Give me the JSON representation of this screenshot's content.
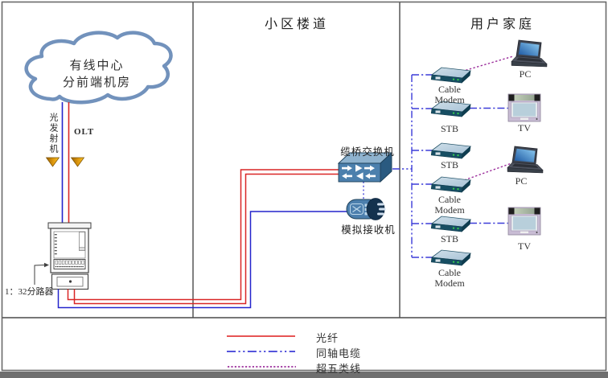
{
  "headend": {
    "cloud_line1": "有线中心",
    "cloud_line2": "分前端机房",
    "optical_transmitter": "光发射机",
    "olt": "OLT",
    "splitter": "1：32分路器"
  },
  "corridor": {
    "title": "小区楼道",
    "switch": "缆桥交换机",
    "receiver": "模拟接收机"
  },
  "homes": {
    "title": "用户家庭",
    "devices": [
      {
        "kind": "cable-modem",
        "label": "Cable Modem"
      },
      {
        "kind": "stb",
        "label": "STB"
      },
      {
        "kind": "stb",
        "label": "STB"
      },
      {
        "kind": "cable-modem",
        "label": "Cable Modem"
      },
      {
        "kind": "stb",
        "label": "STB"
      },
      {
        "kind": "cable-modem",
        "label": "Cable Modem"
      }
    ],
    "peripherals": [
      {
        "kind": "pc",
        "label": "PC"
      },
      {
        "kind": "tv",
        "label": "TV"
      },
      {
        "kind": "pc",
        "label": "PC"
      },
      {
        "kind": "tv",
        "label": "TV"
      }
    ]
  },
  "legend": [
    {
      "label": "光纤",
      "line_style": "solid-red",
      "color": "#e23b3b"
    },
    {
      "label": "同轴电缆",
      "line_style": "dash-dot-blue",
      "color": "#3c3cd8"
    },
    {
      "label": "超五类线",
      "line_style": "dotted-purple",
      "color": "#9c2f9c"
    }
  ],
  "colors": {
    "fiber_red": "#d92626",
    "solid_blue": "#2424cc",
    "coax_blue": "#3c3cd8",
    "cat5e_purple": "#9c2f9c",
    "cloud_stroke": "#7292bc",
    "wavelength_triangle": "#e09a10",
    "panel_border": "#4a4a4a"
  }
}
